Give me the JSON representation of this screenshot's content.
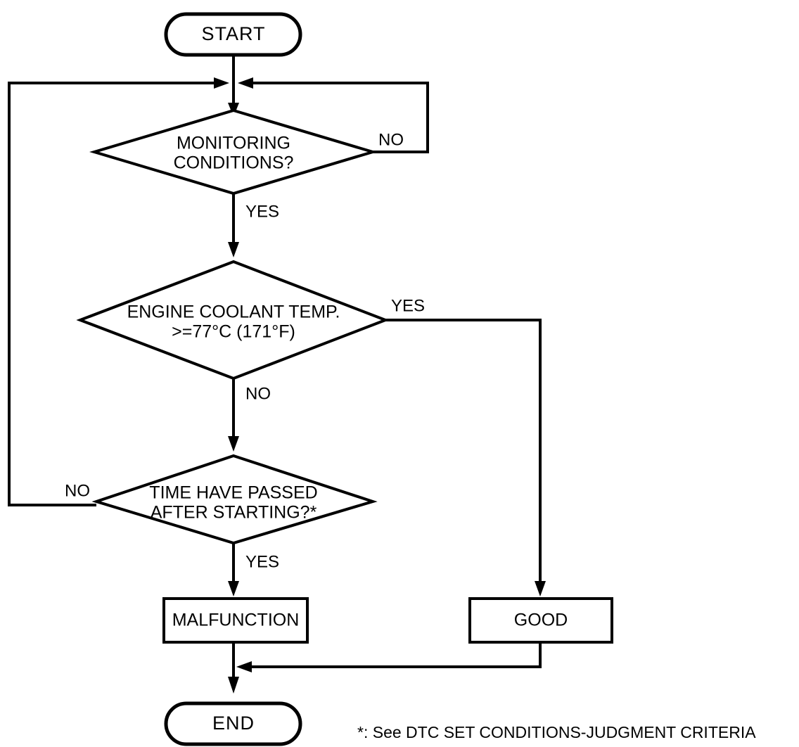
{
  "diagram": {
    "type": "flowchart",
    "title": "DTC monitoring judgment flowchart",
    "background_color": "#ffffff",
    "line_color": "#000000"
  },
  "nodes": {
    "start": {
      "label": "START",
      "shape": "terminator"
    },
    "monitoring": {
      "label_line1": "MONITORING",
      "label_line2": "CONDITIONS?",
      "shape": "decision"
    },
    "coolant": {
      "label_line1": "ENGINE COOLANT TEMP.",
      "label_line2": ">=77°C (171°F)",
      "shape": "decision"
    },
    "time": {
      "label_line1": "TIME HAVE PASSED",
      "label_line2": "AFTER STARTING?*",
      "shape": "decision"
    },
    "malfunction": {
      "label": "MALFUNCTION",
      "shape": "process"
    },
    "good": {
      "label": "GOOD",
      "shape": "process"
    },
    "end": {
      "label": "END",
      "shape": "terminator"
    }
  },
  "branch_labels": {
    "monitoring_no": "NO",
    "monitoring_yes": "YES",
    "coolant_yes": "YES",
    "coolant_no": "NO",
    "time_no": "NO",
    "time_yes": "YES"
  },
  "footnote": {
    "text": "*: See DTC SET CONDITIONS-JUDGMENT CRITERIA"
  }
}
